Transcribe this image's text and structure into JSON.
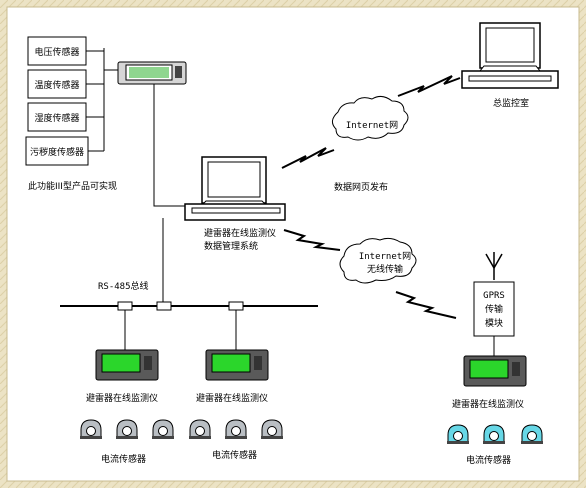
{
  "sensors": {
    "voltage": "电压传感器",
    "temperature": "温度传感器",
    "humidity": "湿度传感器",
    "pollution": "污秽度传感器"
  },
  "note_type3": "此功能III型产品可实现",
  "central_room": "总监控室",
  "internet_cloud_top": "Internet网",
  "web_publish": "数据网页发布",
  "server_line1": "避雷器在线监测仪",
  "server_line2": "数据管理系统",
  "internet_cloud_mid_line1": "Internet网",
  "internet_cloud_mid_line2": "无线传输",
  "rs485_bus": "RS-485总线",
  "gprs_line1": "GPRS",
  "gprs_line2": "传输",
  "gprs_line3": "模块",
  "monitor_label_1": "避雷器在线监测仪",
  "monitor_label_2": "避雷器在线监测仪",
  "monitor_label_3": "避雷器在线监测仪",
  "current_sensor_label_1": "电流传感器",
  "current_sensor_label_2": "电流传感器",
  "current_sensor_label_3": "电流传感器",
  "colors": {
    "screen_green": "#2bd62b",
    "sensor_dark": "#b9bec3",
    "sensor_cyan": "#67d7e6",
    "frame_gold": "#e9dfbf",
    "grid": "#333333"
  }
}
